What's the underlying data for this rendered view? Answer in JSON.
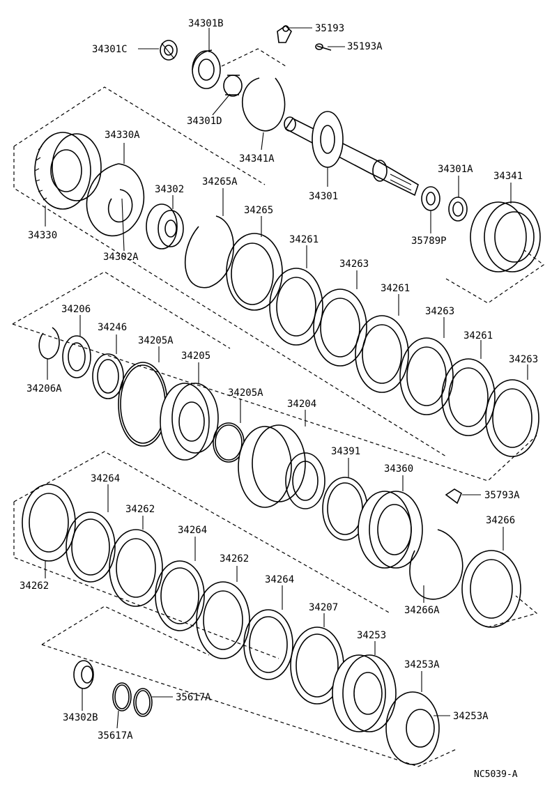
{
  "labels": {
    "p34301C": "34301C",
    "p34301B": "34301B",
    "p35193": "35193",
    "p35193A": "35193A",
    "p34301D": "34301D",
    "p34341A": "34341A",
    "p34330A": "34330A",
    "p34330": "34330",
    "p34302": "34302",
    "p34302A": "34302A",
    "p34265A": "34265A",
    "p34265": "34265",
    "p34301": "34301",
    "p34301A": "34301A",
    "p34341": "34341",
    "p35789P": "35789P",
    "p34261a": "34261",
    "p34263a": "34263",
    "p34261b": "34261",
    "p34263b": "34263",
    "p34261c": "34261",
    "p34263c": "34263",
    "p34206": "34206",
    "p34246": "34246",
    "p34205A": "34205A",
    "p34205": "34205",
    "p34206A": "34206A",
    "p34205Ab": "34205A",
    "p34204": "34204",
    "p34391": "34391",
    "p34360": "34360",
    "p35793A": "35793A",
    "p34266": "34266",
    "p34264a": "34264",
    "p34262a": "34262",
    "p34264b": "34264",
    "p34262b": "34262",
    "p34262c": "34262",
    "p34264c": "34264",
    "p34207": "34207",
    "p34253": "34253",
    "p34266A": "34266A",
    "p34253A": "34253A",
    "p34253Ab": "34253A",
    "p34302B": "34302B",
    "p35617A": "35617A",
    "p35617Ab": "35617A"
  },
  "figure_ref": "NC5039-A"
}
